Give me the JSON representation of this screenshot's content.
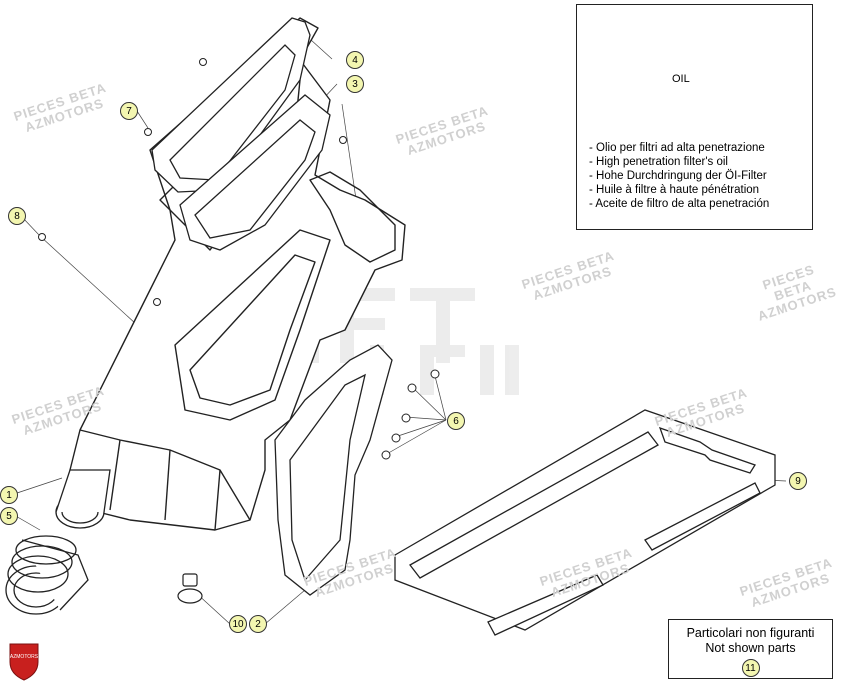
{
  "oil_box": {
    "can_label": "OIL",
    "lines": [
      "- Olio per filtri ad alta penetrazione",
      "- High penetration filter's oil",
      "- Hohe Durchdringung der ÖI-Filter",
      "- Huile à filtre à haute pénétration",
      "- Aceite de filtro de alta penetración"
    ]
  },
  "not_shown_box": {
    "line1": "Particolari non figuranti",
    "line2": "Not shown parts",
    "callout": "11"
  },
  "callouts": [
    "1",
    "2",
    "3",
    "4",
    "5",
    "6",
    "7",
    "8",
    "9",
    "10"
  ],
  "watermark": {
    "line1": "PIECES BETA",
    "line2": "AZMOTORS"
  },
  "logo_text": "AZMOTORS",
  "colors": {
    "callout_fill": "#f3f6b0",
    "logo_red": "#c8201e"
  }
}
